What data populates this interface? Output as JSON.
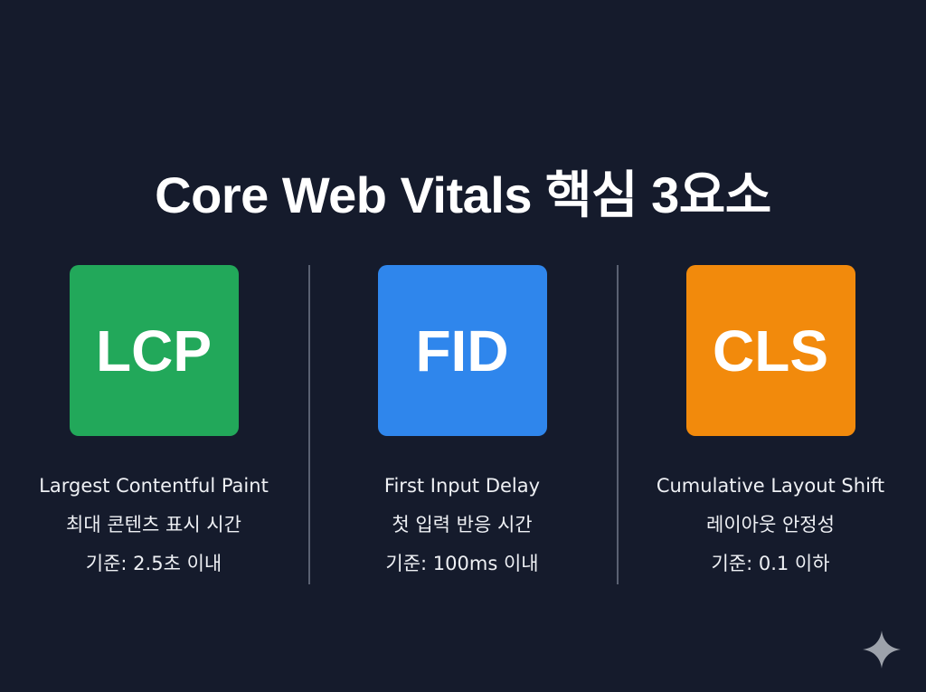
{
  "title": "Core Web Vitals 핵심 3요소",
  "colors": {
    "background": "#151b2c",
    "lcp": "#22a85a",
    "fid": "#2f86ec",
    "cls": "#f28a0c",
    "divider": "#5a6172",
    "sparkle": "#9da2ab"
  },
  "metrics": [
    {
      "abbr": "LCP",
      "name_en": "Largest Contentful Paint",
      "name_ko": "최대 콘텐츠 표시 시간",
      "threshold": "기준: 2.5초 이내"
    },
    {
      "abbr": "FID",
      "name_en": "First Input Delay",
      "name_ko": "첫 입력 반응 시간",
      "threshold": "기준: 100ms 이내"
    },
    {
      "abbr": "CLS",
      "name_en": "Cumulative Layout Shift",
      "name_ko": "레이아웃 안정성",
      "threshold": "기준: 0.1 이하"
    }
  ],
  "watermark_icon": "sparkle-icon"
}
